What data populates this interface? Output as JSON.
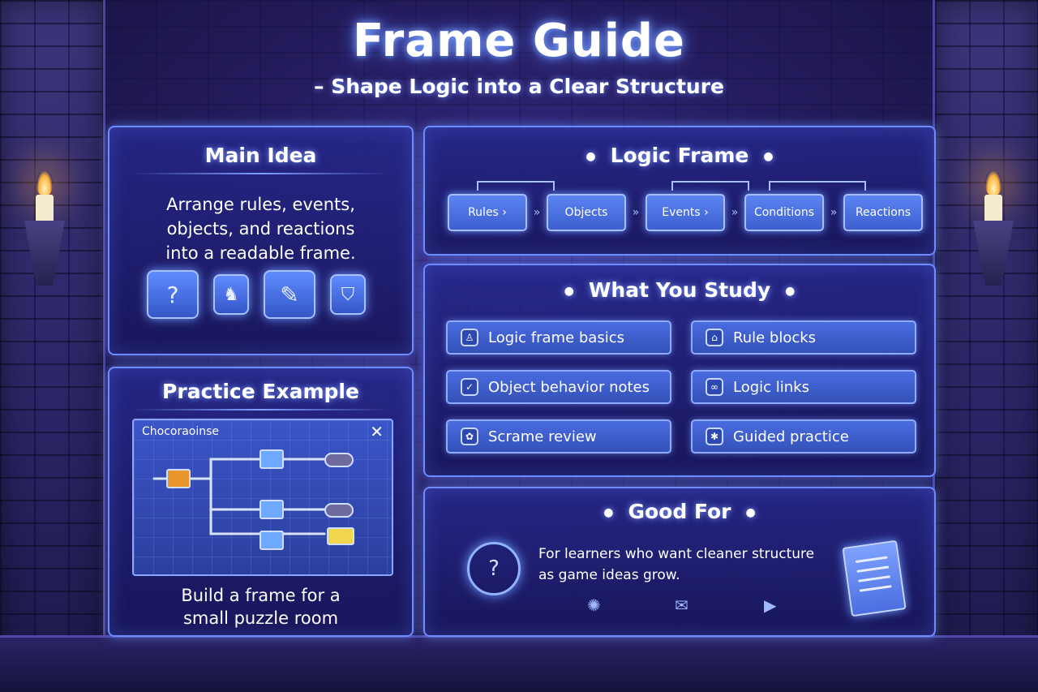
{
  "header": {
    "title": "Frame Guide",
    "subtitle": "– Shape Logic into a Clear Structure"
  },
  "main_idea": {
    "title": "Main Idea",
    "text_lines": [
      "Arrange rules, events,",
      "objects, and reactions",
      "into a readable frame."
    ],
    "icons": [
      "scroll-question-icon",
      "knight-icon",
      "scroll-quill-icon",
      "shield-crest-icon"
    ]
  },
  "practice": {
    "title": "Practice Example",
    "window_title": "Chocoraoinse",
    "close_glyph": "✕",
    "caption_lines": [
      "Build a frame for a",
      "small puzzle room"
    ]
  },
  "logic_frame": {
    "title": "Logic Frame",
    "chips": [
      "Rules ›",
      "Objects",
      "Events ›",
      "Conditions",
      "Reactions"
    ]
  },
  "study": {
    "title": "What You Study",
    "items": [
      {
        "label": "Logic frame basics",
        "icon": "bell-icon"
      },
      {
        "label": "Rule blocks",
        "icon": "house-icon"
      },
      {
        "label": "Object behavior notes",
        "icon": "check-shield-icon"
      },
      {
        "label": "Logic links",
        "icon": "link-icon"
      },
      {
        "label": "Scrame review",
        "icon": "gear-icon"
      },
      {
        "label": "Guided practice",
        "icon": "bug-icon"
      }
    ]
  },
  "good_for": {
    "title": "Good For",
    "text_lines": [
      "For learners who want cleaner structure",
      "as game ideas grow."
    ]
  },
  "colors": {
    "panel_border": "#6e8cff",
    "accent_glow": "#7fa8ff",
    "node_orange": "#e8962c",
    "node_yellow": "#f0d64c"
  }
}
